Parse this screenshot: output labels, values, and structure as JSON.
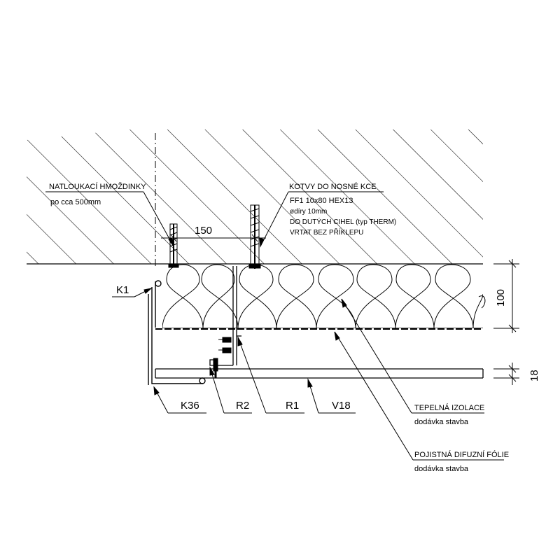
{
  "labels": {
    "natloukaci_title": "NATLOUKACÍ HMOŽDINKY",
    "natloukaci_spacing": "po cca 500mm",
    "kotvy_title": "KOTVY DO NOSNÉ KCE",
    "kotvy_spec": "FF1 10x80 HEX13",
    "kotvy_line2": "ødíry 10mm",
    "kotvy_line3": "DO DUTÝCH CIHEL (typ THERM)",
    "kotvy_line4": "VRTAT BEZ PŘÍKLEPU",
    "k1": "K1",
    "k36": "K36",
    "r2": "R2",
    "r1": "R1",
    "v18": "V18",
    "tepelna_title": "TEPELNÁ IZOLACE",
    "tepelna_sub": "dodávka stavba",
    "pojistna_title": "POJISTNÁ DIFUZNÍ FÓLIE",
    "pojistna_sub": "dodávka stavba"
  },
  "dimensions": {
    "spacing": "150",
    "insulation_thickness": "100",
    "panel_thickness": "18"
  }
}
